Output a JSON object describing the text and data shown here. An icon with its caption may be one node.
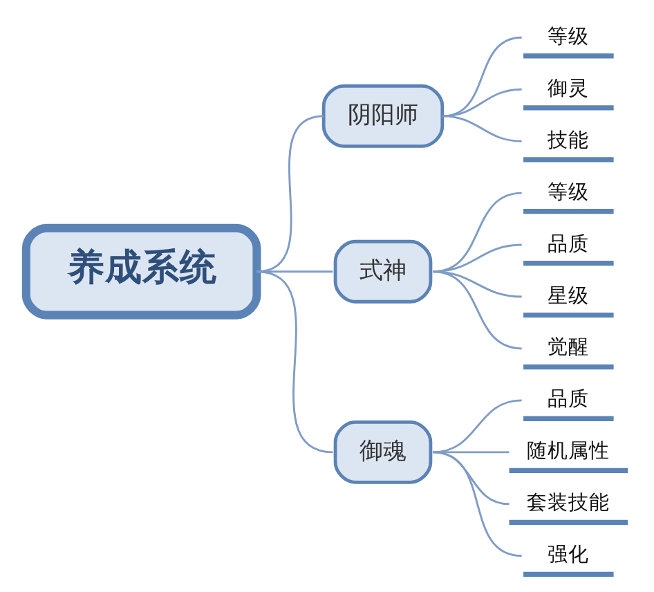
{
  "diagram": {
    "nodes": [
      {
        "text": [
          "养成系统"
        ]
      },
      {
        "text": [
          "阴阳师"
        ]
      },
      {
        "text": [
          "等级"
        ]
      },
      {
        "text": [
          "御灵"
        ]
      },
      {
        "text": [
          "技能"
        ]
      },
      {
        "text": [
          "式神"
        ]
      },
      {
        "text": [
          "等级"
        ]
      },
      {
        "text": [
          "品质"
        ]
      },
      {
        "text": [
          "星级"
        ]
      },
      {
        "text": [
          "觉醒"
        ]
      },
      {
        "text": [
          "御魂"
        ]
      },
      {
        "text": [
          "品质"
        ]
      },
      {
        "text": [
          "随机属性"
        ]
      },
      {
        "text": [
          "套装技能"
        ]
      },
      {
        "text": [
          "强化"
        ]
      }
    ],
    "edges": [
      {
        "from": 0,
        "to": 1,
        "arrow": "none"
      },
      {
        "from": 1,
        "to": 2,
        "arrow": "none"
      },
      {
        "from": 1,
        "to": 3,
        "arrow": "none"
      },
      {
        "from": 1,
        "to": 4,
        "arrow": "none"
      },
      {
        "from": 0,
        "to": 5,
        "arrow": "none"
      },
      {
        "from": 5,
        "to": 6,
        "arrow": "none"
      },
      {
        "from": 5,
        "to": 7,
        "arrow": "none"
      },
      {
        "from": 5,
        "to": 8,
        "arrow": "none"
      },
      {
        "from": 5,
        "to": 9,
        "arrow": "none"
      },
      {
        "from": 0,
        "to": 10,
        "arrow": "none"
      },
      {
        "from": 10,
        "to": 11,
        "arrow": "none"
      },
      {
        "from": 10,
        "to": 12,
        "arrow": "none"
      },
      {
        "from": 10,
        "to": 13,
        "arrow": "none"
      },
      {
        "from": 10,
        "to": 14,
        "arrow": "none"
      }
    ]
  }
}
